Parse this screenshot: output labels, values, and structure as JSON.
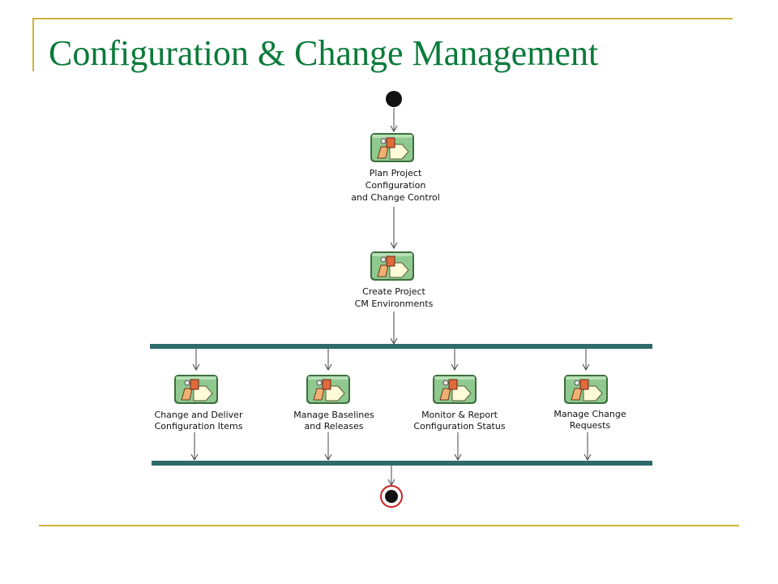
{
  "title": "Configuration & Change Management",
  "colors": {
    "title": "#0a7a3a",
    "frame": "#c9b43a",
    "sync_bar": "#2e6b6b",
    "activity_fill": "#8fc98f",
    "activity_border": "#3d6e3d",
    "final_ring": "#cc2222"
  },
  "diagram": {
    "type": "uml-activity-diagram",
    "initial_node": "start",
    "final_node": "end",
    "activities": [
      {
        "id": "plan",
        "icon": "activity-icon",
        "label_lines": [
          "Plan Project",
          "Configuration",
          "and Change Control"
        ]
      },
      {
        "id": "create",
        "icon": "activity-icon",
        "label_lines": [
          "Create Project",
          "CM Environments"
        ]
      },
      {
        "id": "change",
        "icon": "activity-icon",
        "label_lines": [
          "Change and Deliver",
          "Configuration Items"
        ]
      },
      {
        "id": "baselines",
        "icon": "activity-icon",
        "label_lines": [
          "Manage Baselines",
          "and Releases"
        ]
      },
      {
        "id": "monitor",
        "icon": "activity-icon",
        "label_lines": [
          "Monitor & Report",
          "Configuration Status"
        ]
      },
      {
        "id": "requests",
        "icon": "activity-icon",
        "label_lines": [
          "Manage Change",
          "Requests"
        ]
      }
    ],
    "flow": [
      [
        "start",
        "plan"
      ],
      [
        "plan",
        "create"
      ],
      [
        "create",
        "fork"
      ],
      [
        "fork",
        "change"
      ],
      [
        "fork",
        "baselines"
      ],
      [
        "fork",
        "monitor"
      ],
      [
        "fork",
        "requests"
      ],
      [
        "change",
        "join"
      ],
      [
        "baselines",
        "join"
      ],
      [
        "monitor",
        "join"
      ],
      [
        "requests",
        "join"
      ],
      [
        "join",
        "end"
      ]
    ]
  }
}
